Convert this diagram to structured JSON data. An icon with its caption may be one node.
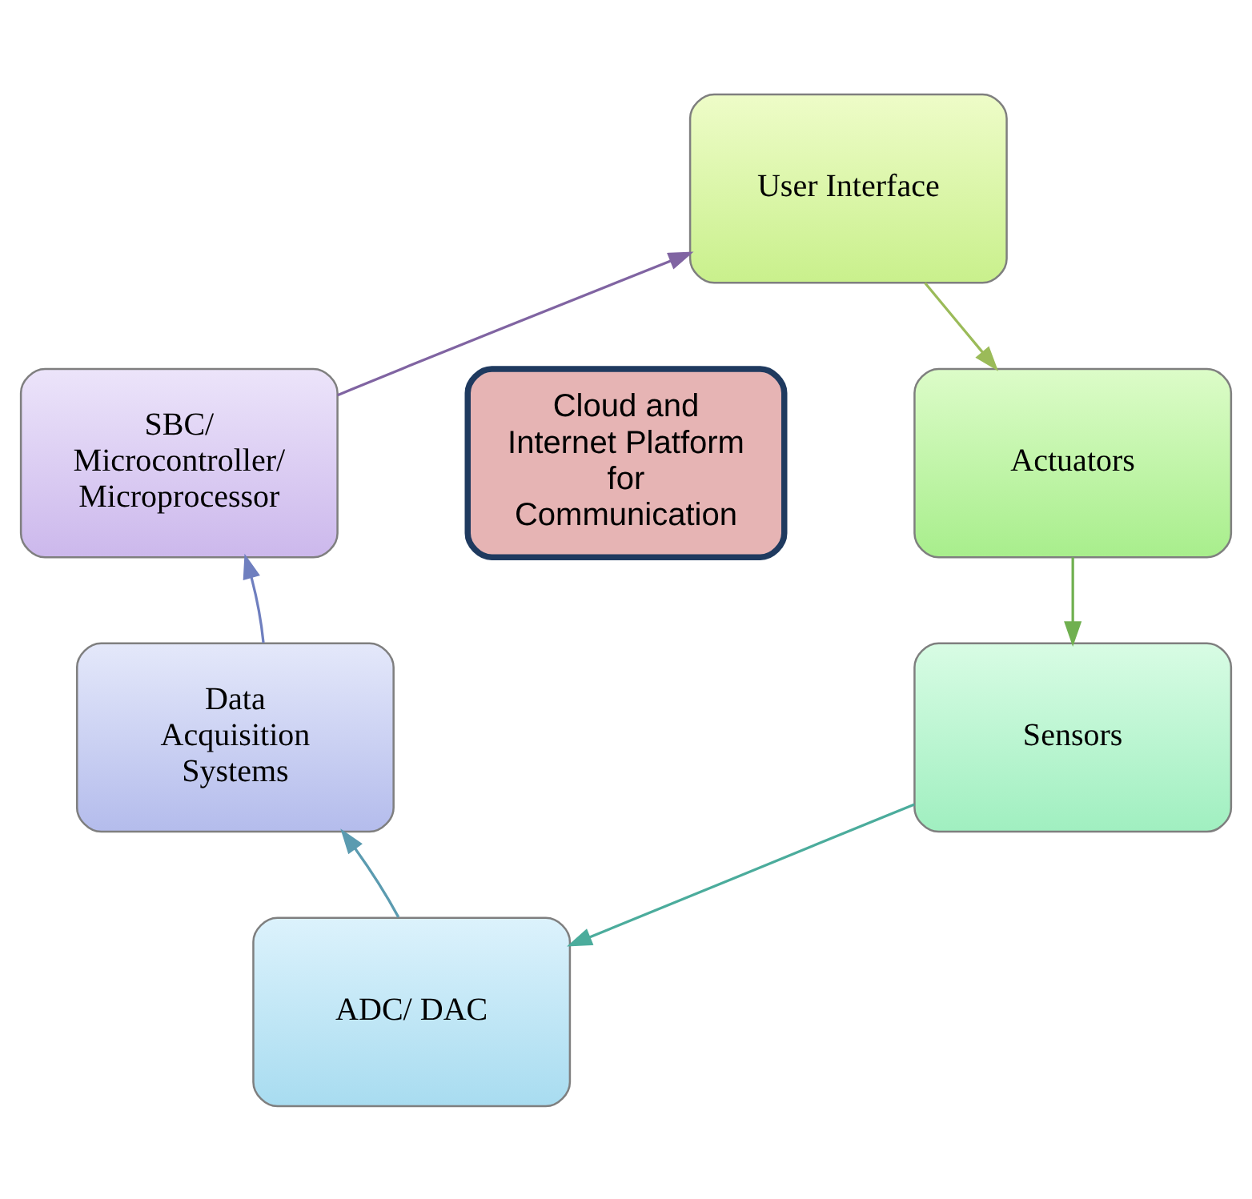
{
  "diagram": {
    "nodes": [
      {
        "text": [
          "User Interface"
        ]
      },
      {
        "text": [
          "Actuators"
        ]
      },
      {
        "text": [
          "Sensors"
        ]
      },
      {
        "text": [
          "ADC/ DAC"
        ]
      },
      {
        "text": [
          "Data Acquisition Systems"
        ]
      },
      {
        "text": [
          "SBC/ Microcontroller/ Microprocessor"
        ]
      },
      {
        "text": [
          "Cloud and Internet Platform for Communication"
        ]
      }
    ],
    "edges": [
      {
        "from": 0,
        "to": 1,
        "arrow": "to",
        "color": "#9bbb59"
      },
      {
        "from": 1,
        "to": 2,
        "arrow": "to",
        "color": "#70b050"
      },
      {
        "from": 2,
        "to": 3,
        "arrow": "to",
        "color": "#4bac9c"
      },
      {
        "from": 3,
        "to": 4,
        "arrow": "to",
        "color": "#5b9bb0"
      },
      {
        "from": 4,
        "to": 5,
        "arrow": "to",
        "color": "#6f7fbf"
      },
      {
        "from": 5,
        "to": 0,
        "arrow": "to",
        "color": "#8064a2"
      }
    ]
  }
}
